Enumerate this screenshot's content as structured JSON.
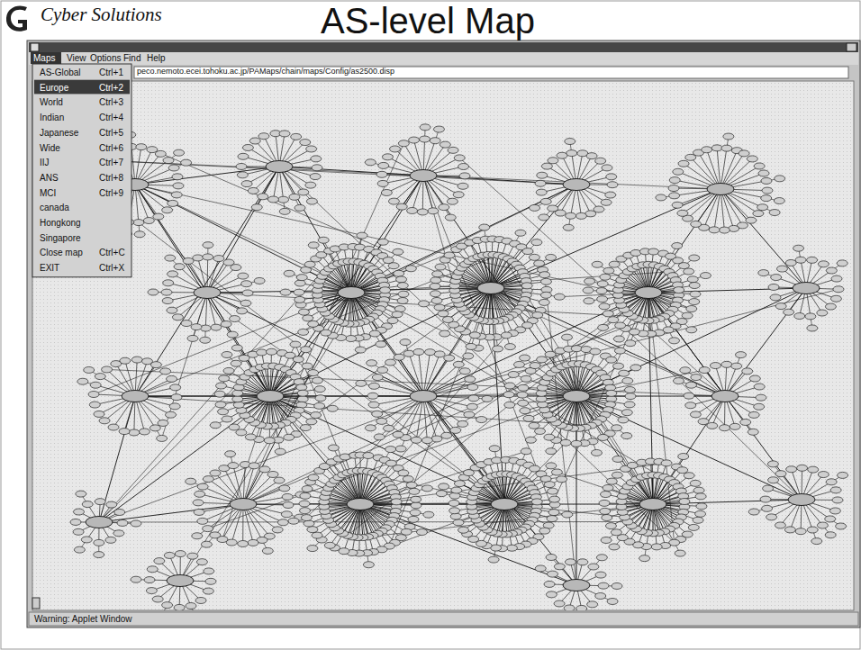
{
  "diagram": {
    "title": "AS-level Map",
    "labels": [
      "Cyber Solutions",
      "Maps",
      "View",
      "Options",
      "Find",
      "Help",
      "peco.nemoto.ecei.tohoku.ac.jp/PAMaps/chain/maps/Config/as2500.disp",
      "AS-Global",
      "Ctrl+1",
      "Europe",
      "Ctrl+2",
      "World",
      "Ctrl+3",
      "Indian",
      "Ctrl+4",
      "Japanese",
      "Ctrl+5",
      "Wide",
      "Ctrl+6",
      "IIJ",
      "Ctrl+7",
      "ANS",
      "Ctrl+8",
      "MCI",
      "Ctrl+9",
      "canada",
      "Hongkong",
      "Singapore",
      "Close map",
      "Ctrl+C",
      "EXIT",
      "Ctrl+X",
      "Warning: Applet Window"
    ]
  }
}
